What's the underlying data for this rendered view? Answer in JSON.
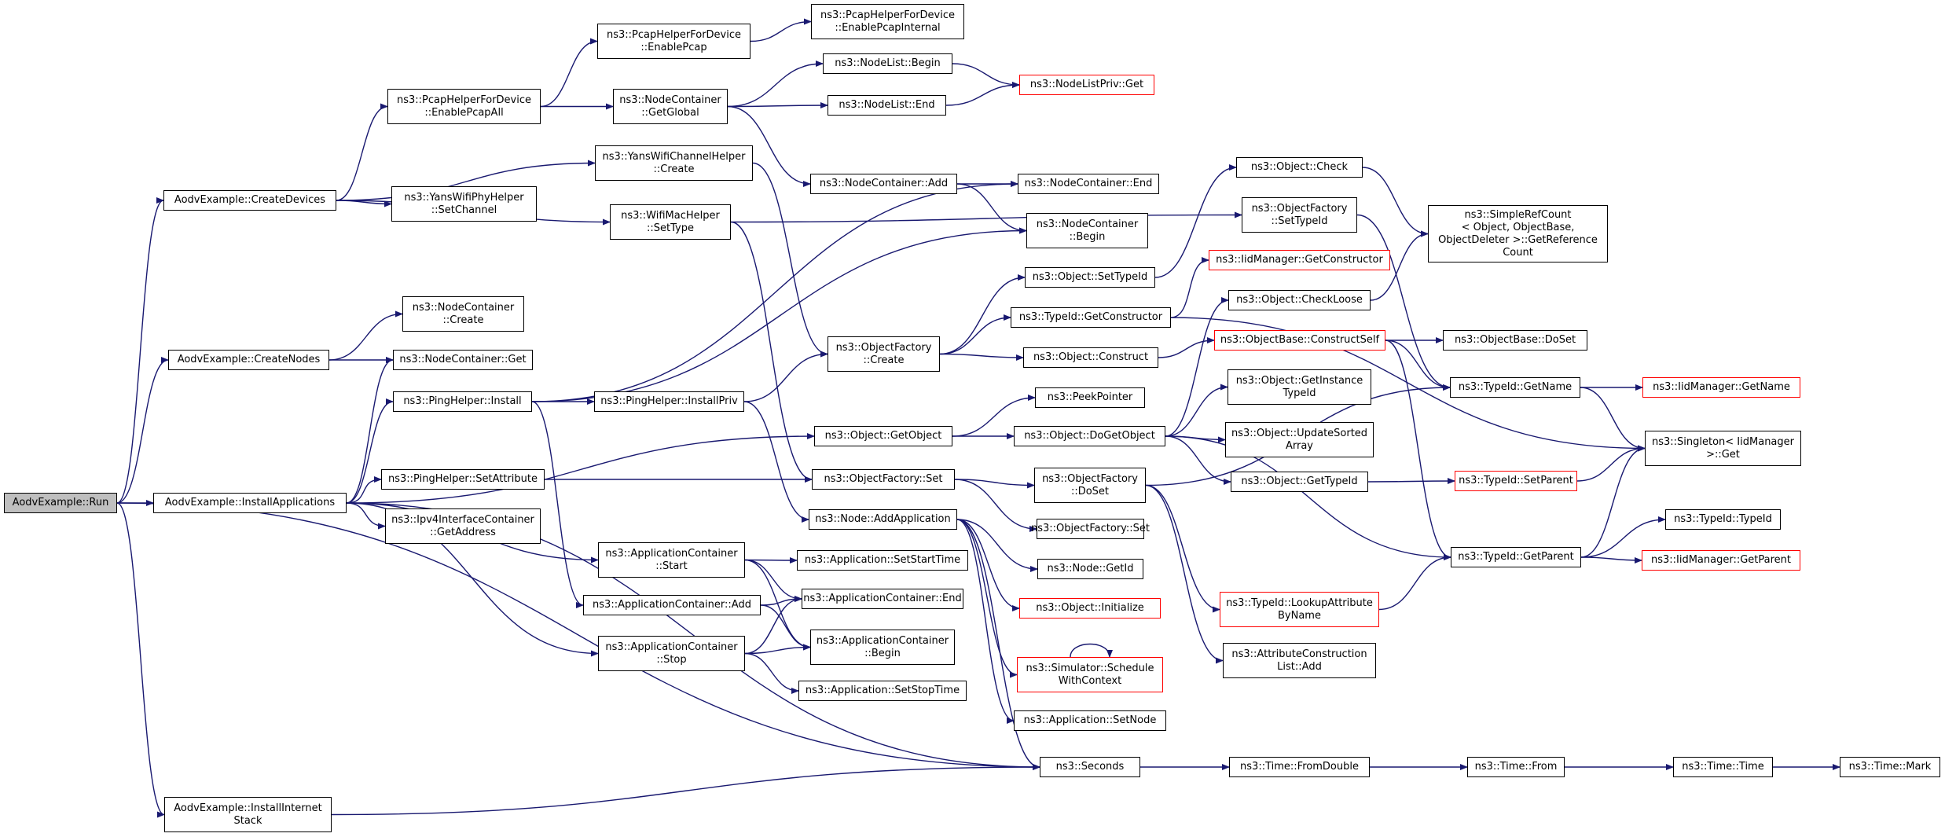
{
  "colors": {
    "edge": "#191970",
    "node_border": "#000000",
    "external_border": "#ff0000",
    "root_fill": "#bfbfbf"
  },
  "nodes": {
    "run": {
      "label": "AodvExample::Run",
      "external": false
    },
    "createDevices": {
      "label": "AodvExample::CreateDevices",
      "external": false
    },
    "createNodes": {
      "label": "AodvExample::CreateNodes",
      "external": false
    },
    "installApplications": {
      "label": "AodvExample::InstallApplications",
      "external": false
    },
    "installInternetStack": {
      "label": "AodvExample::InstallInternet\nStack",
      "external": false
    },
    "pcapEnableAll": {
      "label": "ns3::PcapHelperForDevice\n::EnablePcapAll",
      "external": false
    },
    "pcapEnable": {
      "label": "ns3::PcapHelperForDevice\n::EnablePcap",
      "external": false
    },
    "pcapEnableInternal": {
      "label": "ns3::PcapHelperForDevice\n::EnablePcapInternal",
      "external": false
    },
    "yansChannelCreate": {
      "label": "ns3::YansWifiChannelHelper\n::Create",
      "external": false
    },
    "yansPhySetChannel": {
      "label": "ns3::YansWifiPhyHelper\n::SetChannel",
      "external": false
    },
    "wifiMacSetType": {
      "label": "ns3::WifiMacHelper\n::SetType",
      "external": false
    },
    "ncGetGlobal": {
      "label": "ns3::NodeContainer\n::GetGlobal",
      "external": false
    },
    "nlBegin": {
      "label": "ns3::NodeList::Begin",
      "external": false
    },
    "nlEnd": {
      "label": "ns3::NodeList::End",
      "external": false
    },
    "nlPrivGet": {
      "label": "ns3::NodeListPriv::Get",
      "external": true
    },
    "ncAdd": {
      "label": "ns3::NodeContainer::Add",
      "external": false
    },
    "ncEnd": {
      "label": "ns3::NodeContainer::End",
      "external": false
    },
    "ncBegin": {
      "label": "ns3::NodeContainer\n::Begin",
      "external": false
    },
    "ncCreate": {
      "label": "ns3::NodeContainer\n::Create",
      "external": false
    },
    "ncGet": {
      "label": "ns3::NodeContainer::Get",
      "external": false
    },
    "pingInstall": {
      "label": "ns3::PingHelper::Install",
      "external": false
    },
    "pingInstallPriv": {
      "label": "ns3::PingHelper::InstallPriv",
      "external": false
    },
    "pingSetAttribute": {
      "label": "ns3::PingHelper::SetAttribute",
      "external": false
    },
    "ipv4GetAddress": {
      "label": "ns3::Ipv4InterfaceContainer\n::GetAddress",
      "external": false
    },
    "appcStart": {
      "label": "ns3::ApplicationContainer\n::Start",
      "external": false
    },
    "appcAdd": {
      "label": "ns3::ApplicationContainer::Add",
      "external": false
    },
    "appcStop": {
      "label": "ns3::ApplicationContainer\n::Stop",
      "external": false
    },
    "appSetStartTime": {
      "label": "ns3::Application::SetStartTime",
      "external": false
    },
    "appcEnd": {
      "label": "ns3::ApplicationContainer::End",
      "external": false
    },
    "appcBegin": {
      "label": "ns3::ApplicationContainer\n::Begin",
      "external": false
    },
    "appSetStopTime": {
      "label": "ns3::Application::SetStopTime",
      "external": false
    },
    "ofCreate": {
      "label": "ns3::ObjectFactory\n::Create",
      "external": false
    },
    "objGetObject": {
      "label": "ns3::Object::GetObject",
      "external": false
    },
    "ofSet": {
      "label": "ns3::ObjectFactory::Set",
      "external": false
    },
    "nodeAddApplication": {
      "label": "ns3::Node::AddApplication",
      "external": false
    },
    "objSetTypeId": {
      "label": "ns3::Object::SetTypeId",
      "external": false
    },
    "typeIdGetConstructor": {
      "label": "ns3::TypeId::GetConstructor",
      "external": false
    },
    "objConstruct": {
      "label": "ns3::Object::Construct",
      "external": false
    },
    "peekPointer": {
      "label": "ns3::PeekPointer",
      "external": false
    },
    "objDoGetObject": {
      "label": "ns3::Object::DoGetObject",
      "external": false
    },
    "ofDoSet": {
      "label": "ns3::ObjectFactory\n::DoSet",
      "external": false
    },
    "ofSet2": {
      "label": "ns3::ObjectFactory::Set",
      "external": false
    },
    "nodeGetId": {
      "label": "ns3::Node::GetId",
      "external": false
    },
    "objInitialize": {
      "label": "ns3::Object::Initialize",
      "external": true
    },
    "simScheduleWithContext": {
      "label": "ns3::Simulator::Schedule\nWithContext",
      "external": true
    },
    "appSetNode": {
      "label": "ns3::Application::SetNode",
      "external": false
    },
    "seconds": {
      "label": "ns3::Seconds",
      "external": false
    },
    "objCheck": {
      "label": "ns3::Object::Check",
      "external": false
    },
    "ofSetTypeId": {
      "label": "ns3::ObjectFactory\n::SetTypeId",
      "external": false
    },
    "iidGetConstructor": {
      "label": "ns3::IidManager::GetConstructor",
      "external": true
    },
    "objCheckLoose": {
      "label": "ns3::Object::CheckLoose",
      "external": false
    },
    "objBaseConstructSelf": {
      "label": "ns3::ObjectBase::ConstructSelf",
      "external": true
    },
    "objGetInstanceTypeId": {
      "label": "ns3::Object::GetInstance\nTypeId",
      "external": false
    },
    "objUpdateSortedArray": {
      "label": "ns3::Object::UpdateSorted\nArray",
      "external": false
    },
    "objGetTypeId": {
      "label": "ns3::Object::GetTypeId",
      "external": false
    },
    "typeIdLookupAttr": {
      "label": "ns3::TypeId::LookupAttribute\nByName",
      "external": true
    },
    "attrConstrListAdd": {
      "label": "ns3::AttributeConstruction\nList::Add",
      "external": false
    },
    "timeFromDouble": {
      "label": "ns3::Time::FromDouble",
      "external": false
    },
    "simpleRefCount": {
      "label": "ns3::SimpleRefCount\n< Object, ObjectBase,\n ObjectDeleter >::GetReference\nCount",
      "external": false
    },
    "objBaseDoSet": {
      "label": "ns3::ObjectBase::DoSet",
      "external": false
    },
    "typeIdGetName": {
      "label": "ns3::TypeId::GetName",
      "external": false
    },
    "typeIdSetParent": {
      "label": "ns3::TypeId::SetParent",
      "external": true
    },
    "typeIdGetParent": {
      "label": "ns3::TypeId::GetParent",
      "external": false
    },
    "timeFrom": {
      "label": "ns3::Time::From",
      "external": false
    },
    "iidGetName": {
      "label": "ns3::IidManager::GetName",
      "external": true
    },
    "singletonGet": {
      "label": "ns3::Singleton< IidManager\n >::Get",
      "external": false
    },
    "typeIdTypeId": {
      "label": "ns3::TypeId::TypeId",
      "external": false
    },
    "iidGetParent": {
      "label": "ns3::IidManager::GetParent",
      "external": true
    },
    "timeTime": {
      "label": "ns3::Time::Time",
      "external": false
    },
    "timeMark": {
      "label": "ns3::Time::Mark",
      "external": false
    }
  },
  "edges": [
    [
      "run",
      "createDevices"
    ],
    [
      "run",
      "createNodes"
    ],
    [
      "run",
      "installApplications"
    ],
    [
      "run",
      "installInternetStack"
    ],
    [
      "run",
      "seconds"
    ],
    [
      "createDevices",
      "pcapEnableAll"
    ],
    [
      "createDevices",
      "yansChannelCreate"
    ],
    [
      "createDevices",
      "yansPhySetChannel"
    ],
    [
      "createDevices",
      "wifiMacSetType"
    ],
    [
      "pcapEnableAll",
      "pcapEnable"
    ],
    [
      "pcapEnableAll",
      "ncGetGlobal"
    ],
    [
      "pcapEnable",
      "pcapEnableInternal"
    ],
    [
      "ncGetGlobal",
      "nlBegin"
    ],
    [
      "ncGetGlobal",
      "nlEnd"
    ],
    [
      "ncGetGlobal",
      "ncAdd"
    ],
    [
      "nlBegin",
      "nlPrivGet"
    ],
    [
      "nlEnd",
      "nlPrivGet"
    ],
    [
      "ncAdd",
      "ncEnd"
    ],
    [
      "ncAdd",
      "ncBegin"
    ],
    [
      "yansChannelCreate",
      "ofCreate"
    ],
    [
      "wifiMacSetType",
      "ofSetTypeId"
    ],
    [
      "wifiMacSetType",
      "ofSet"
    ],
    [
      "createNodes",
      "ncCreate"
    ],
    [
      "createNodes",
      "ncGet"
    ],
    [
      "installApplications",
      "ncGet"
    ],
    [
      "installApplications",
      "pingInstall"
    ],
    [
      "installApplications",
      "objGetObject"
    ],
    [
      "installApplications",
      "pingSetAttribute"
    ],
    [
      "installApplications",
      "ipv4GetAddress"
    ],
    [
      "installApplications",
      "appcStart"
    ],
    [
      "installApplications",
      "appcStop"
    ],
    [
      "installApplications",
      "seconds"
    ],
    [
      "pingInstall",
      "ncEnd"
    ],
    [
      "pingInstall",
      "ncBegin"
    ],
    [
      "pingInstall",
      "pingInstallPriv"
    ],
    [
      "pingInstall",
      "appcAdd"
    ],
    [
      "pingInstallPriv",
      "ofCreate"
    ],
    [
      "pingInstallPriv",
      "nodeAddApplication"
    ],
    [
      "pingSetAttribute",
      "ofSet"
    ],
    [
      "appcStart",
      "appSetStartTime"
    ],
    [
      "appcStart",
      "appcEnd"
    ],
    [
      "appcStart",
      "appcBegin"
    ],
    [
      "appcAdd",
      "appcEnd"
    ],
    [
      "appcAdd",
      "appcBegin"
    ],
    [
      "appcStop",
      "appcEnd"
    ],
    [
      "appcStop",
      "appcBegin"
    ],
    [
      "appcStop",
      "appSetStopTime"
    ],
    [
      "ofCreate",
      "objSetTypeId"
    ],
    [
      "ofCreate",
      "typeIdGetConstructor"
    ],
    [
      "ofCreate",
      "objConstruct"
    ],
    [
      "objGetObject",
      "peekPointer"
    ],
    [
      "objGetObject",
      "objDoGetObject"
    ],
    [
      "ofSet",
      "ofDoSet"
    ],
    [
      "ofSet",
      "ofSet2"
    ],
    [
      "nodeAddApplication",
      "nodeGetId"
    ],
    [
      "nodeAddApplication",
      "objInitialize"
    ],
    [
      "nodeAddApplication",
      "simScheduleWithContext"
    ],
    [
      "nodeAddApplication",
      "appSetNode"
    ],
    [
      "nodeAddApplication",
      "seconds"
    ],
    [
      "simScheduleWithContext",
      "simScheduleWithContext"
    ],
    [
      "objSetTypeId",
      "objCheck"
    ],
    [
      "typeIdGetConstructor",
      "iidGetConstructor"
    ],
    [
      "typeIdGetConstructor",
      "singletonGet"
    ],
    [
      "objConstruct",
      "objBaseConstructSelf"
    ],
    [
      "objCheck",
      "simpleRefCount"
    ],
    [
      "objCheckLoose",
      "simpleRefCount"
    ],
    [
      "objBaseConstructSelf",
      "objBaseDoSet"
    ],
    [
      "objBaseConstructSelf",
      "typeIdGetName"
    ],
    [
      "objBaseConstructSelf",
      "typeIdGetParent"
    ],
    [
      "objDoGetObject",
      "objCheckLoose"
    ],
    [
      "objDoGetObject",
      "objGetInstanceTypeId"
    ],
    [
      "objDoGetObject",
      "objUpdateSortedArray"
    ],
    [
      "objDoGetObject",
      "objGetTypeId"
    ],
    [
      "objDoGetObject",
      "typeIdGetParent"
    ],
    [
      "ofSetTypeId",
      "typeIdGetName"
    ],
    [
      "ofDoSet",
      "typeIdLookupAttr"
    ],
    [
      "ofDoSet",
      "attrConstrListAdd"
    ],
    [
      "ofDoSet",
      "typeIdGetName"
    ],
    [
      "objGetTypeId",
      "typeIdSetParent"
    ],
    [
      "typeIdLookupAttr",
      "typeIdGetParent"
    ],
    [
      "typeIdGetName",
      "iidGetName"
    ],
    [
      "typeIdGetName",
      "singletonGet"
    ],
    [
      "typeIdSetParent",
      "singletonGet"
    ],
    [
      "typeIdGetParent",
      "singletonGet"
    ],
    [
      "typeIdGetParent",
      "typeIdTypeId"
    ],
    [
      "typeIdGetParent",
      "iidGetParent"
    ],
    [
      "installInternetStack",
      "seconds"
    ],
    [
      "seconds",
      "timeFromDouble"
    ],
    [
      "timeFromDouble",
      "timeFrom"
    ],
    [
      "timeFrom",
      "timeTime"
    ],
    [
      "timeTime",
      "timeMark"
    ]
  ]
}
